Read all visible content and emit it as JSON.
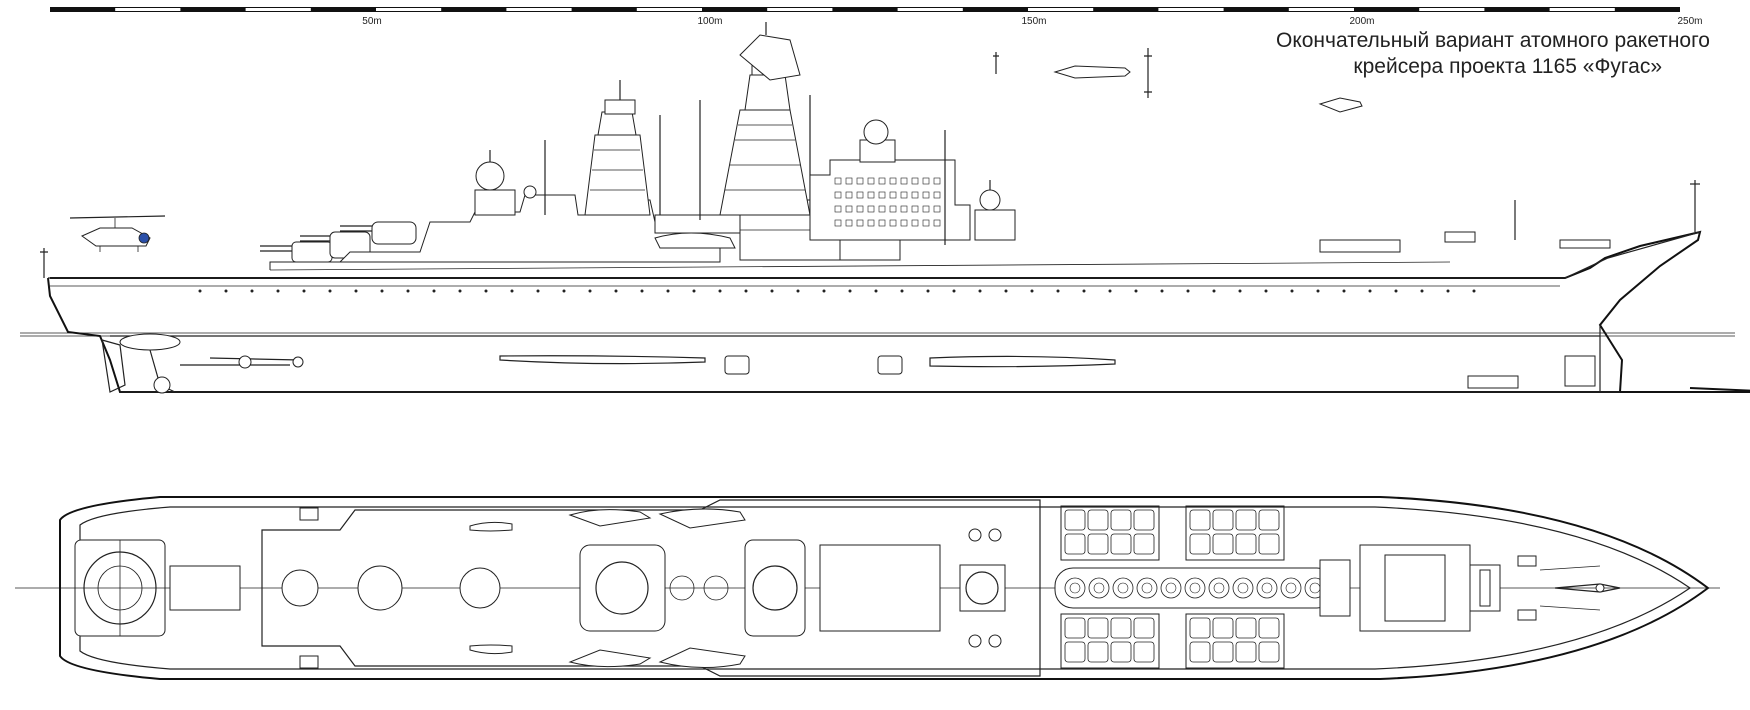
{
  "title": {
    "line1": "Окончательный вариант атомного ракетного",
    "line2": "крейсера проекта 1165 «Фугас»"
  },
  "scale": {
    "labels": [
      "50m",
      "100m",
      "150m",
      "200m",
      "250m"
    ]
  },
  "colors": {
    "ink": "#222222",
    "paper": "#ffffff",
    "accent_blue": "#2a4fa8"
  }
}
